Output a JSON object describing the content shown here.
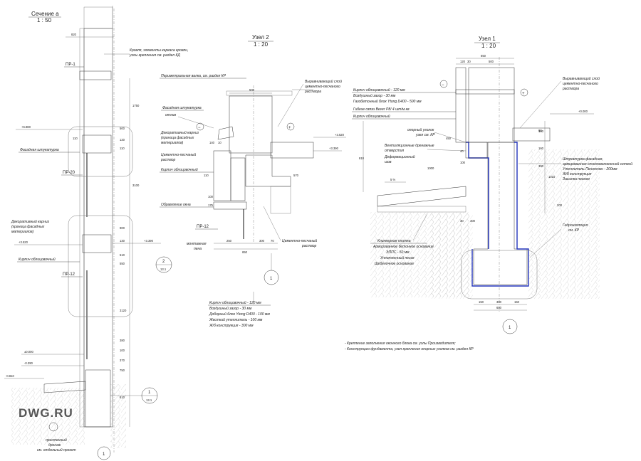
{
  "titles": {
    "section": "Сечение а",
    "section_scale": "1 : 50",
    "node2": "Узел 2",
    "node2_scale": "1 : 20",
    "node1": "Узел 1",
    "node1_scale": "1 : 20"
  },
  "section_labels": {
    "roof": "Кровля, элементы каркаса кровли,",
    "roof2": "узлы крепления см. раздел КД",
    "facade_plaster": "Фасадная штукатурка",
    "cornice": "Декоративный карниз",
    "cornice2": "(граница фасадных",
    "cornice3": "материалов)",
    "facing_brick": "Кирпич облицовочный",
    "drain": "пристенный",
    "drain2": "дренаж",
    "drain3": "см. отдельный проект"
  },
  "section_marks": {
    "pr1": "ПР-1",
    "pr20": "ПР-20",
    "pr12": "ПР-12",
    "lvl_6880": "+6.880",
    "lvl_3520": "+3.520",
    "lvl_3390": "+3.390",
    "lvl_0": "±0.000",
    "lvl_m0390": "-0.390",
    "lvl_m0810": "-0.810"
  },
  "section_dims": {
    "d820": "820",
    "d1750": "1750",
    "d500": "500",
    "d120": "120",
    "d110": "110",
    "d370": "370",
    "d100": "100",
    "d3100": "3100",
    "d750": "750",
    "d900": "900",
    "d130": "130",
    "d3120": "3120",
    "d380": "380",
    "d510": "510",
    "d550": "550",
    "d810": "810"
  },
  "node2_labels": {
    "perimeter_beam": "Периметральная валка, см. раздел КР",
    "leveling1": "Выравнивающий слой",
    "leveling2": "цементно-песчаного",
    "leveling3": "раствора",
    "facade_plaster": "Фасадная штукатурка",
    "slope": "отлив",
    "cornice": "Декоративный карниз",
    "cornice2": "(граница фасадных",
    "cornice3": "материалов)",
    "cement_sand": "Цементно-песчаный",
    "cement_sand2": "раствор",
    "facing_brick": "Кирпич облицовочный",
    "window_frame": "Обрамление окна",
    "pr12": "ПР-12",
    "mount_foam": "монтажная",
    "mount_foam2": "пена",
    "cement_sand_b": "Цементно-песчаный",
    "cement_sand_b2": "раствор",
    "lvl_3520": "+3.520",
    "lvl_3390": "+3.390",
    "layer1": "Кирпич облицовочный - 120 мм",
    "layer2": "Воздушный зазор - 30 мм",
    "layer3": "Доборный блок Ytong D400 - 100 мм",
    "layer4": "Жесткий утеплитель - 100 мм",
    "layer5": "Ж/б конструкция - 300 мм",
    "d500": "500",
    "d140": "140",
    "d10": "10",
    "d250": "250",
    "d300": "300",
    "d650": "650",
    "d110": "110",
    "d570": "570",
    "d100": "100",
    "d70": "70",
    "d175": "175"
  },
  "node1_labels": {
    "leveling1": "Выравнивающий слой",
    "leveling2": "цементно-песчаного",
    "leveling3": "раствора",
    "layer1": "Кирпич облицовочный - 120 мм",
    "layer2": "Воздушный зазор - 30 мм",
    "layer3": "Газобетонный блок Ytong D400 - 500 мм",
    "ties": "Гибкие связи Bever P8/ 4 шт/м.кв",
    "facing_brick": "Кирпич облицовочный",
    "angle": "опорный уголок",
    "angle2": "узел см. КР",
    "vent1": "Вентиляционные дренажные",
    "vent2": "отверстия",
    "vent3": "Деформационный",
    "vent4": "шов",
    "plaster1": "Штукатурка фасадная,",
    "plaster2": "армированная стекловолоконной сеткой",
    "plaster3": "Утеплитель Пеноплэкс - 200мм",
    "plaster4": "Ж/б конструкция",
    "plaster5": "Засыпка песком",
    "lvl_0": "+0.000",
    "waterproof": "Гидроизоляция",
    "waterproof2": "см. КР",
    "paving1": "Клинкерная плитка",
    "paving2": "Армированное бетонное основание",
    "paving3": "ЭППС - 50 мм",
    "paving4": "Уплотненный песок",
    "paving5": "Щебеночное основание",
    "slope": "5 %",
    "d650": "650",
    "d120": "120",
    "d500": "500",
    "d30": "30",
    "d810": "810",
    "d1000": "1000",
    "d450": "450",
    "d100": "100",
    "d40": "40",
    "d160": "160",
    "d1010": "1010",
    "d390": "390",
    "d200": "200",
    "d150": "150",
    "d300": "300",
    "d600": "600",
    "d80": "80"
  },
  "notes": {
    "note1": "- Крепление заполнения оконного блока см. узлы Производителя;",
    "note2": "- Конструкцию фундамента, узел крепления опорных уголков см. раздел КР"
  },
  "callouts": {
    "c1_center": "1",
    "c2_num": "2",
    "c2_sheet": "13.1",
    "c3_num": "1",
    "c3_sheet": "13.1",
    "c4_bottom": "1",
    "c5_node1": "1",
    "plus": "+",
    "minus": "−"
  },
  "watermark": "DWG.RU"
}
